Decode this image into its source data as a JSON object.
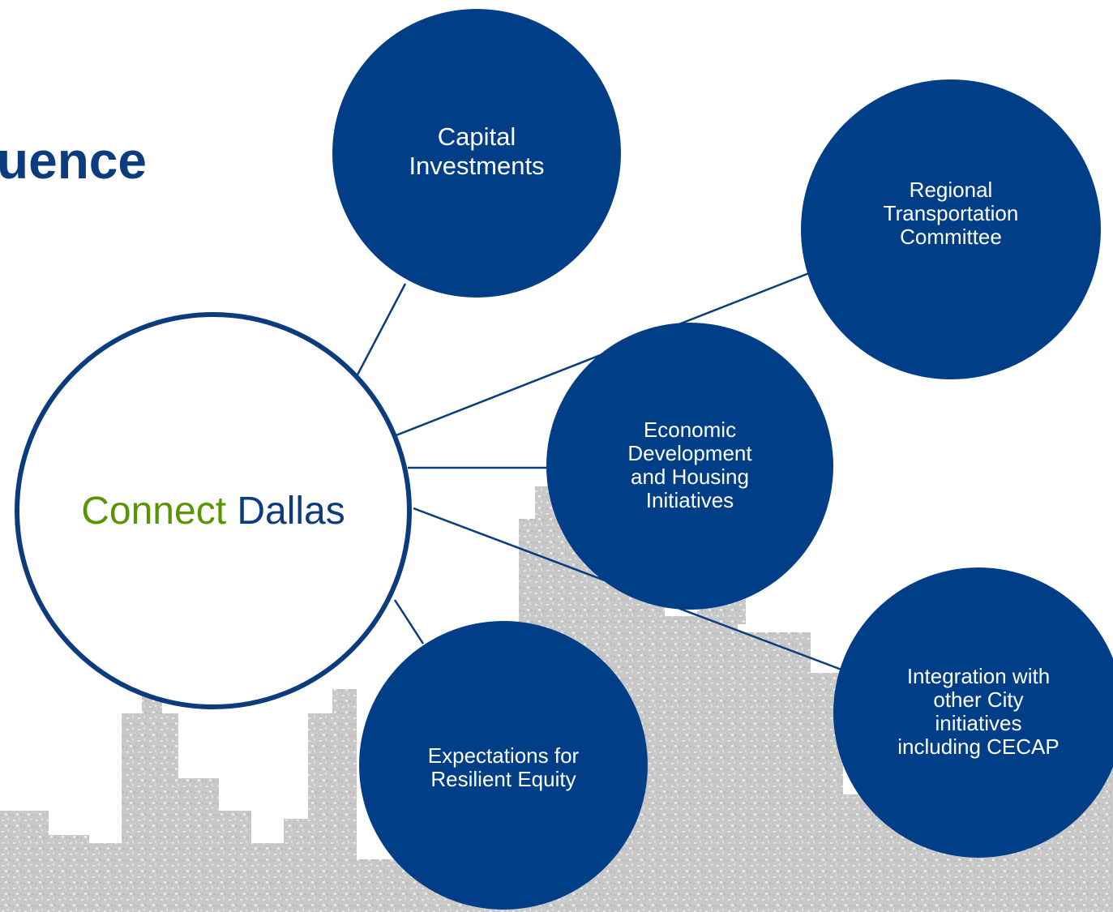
{
  "colors": {
    "primary_blue": "#003f87",
    "title_blue": "#0b3d7e",
    "accent_green": "#5a9400",
    "connector": "#0b3d7e",
    "skyline_gray": "#c9c9c9"
  },
  "title": {
    "fragment": "uence"
  },
  "hub": {
    "label_part1": "Connect",
    "label_part2": " Dallas"
  },
  "nodes": {
    "capital": {
      "lines": [
        "Capital",
        "Investments"
      ]
    },
    "regional": {
      "lines": [
        "Regional",
        "Transportation",
        "Committee"
      ]
    },
    "economic": {
      "lines": [
        "Economic",
        "Development",
        "and Housing",
        "Initiatives"
      ]
    },
    "expectations": {
      "lines": [
        "Expectations for",
        "Resilient Equity"
      ]
    },
    "integration": {
      "lines": [
        "Integration with",
        "other City",
        "initiatives",
        "including CECAP"
      ]
    }
  },
  "background": {
    "image": "dallas-skyline-silhouette"
  }
}
